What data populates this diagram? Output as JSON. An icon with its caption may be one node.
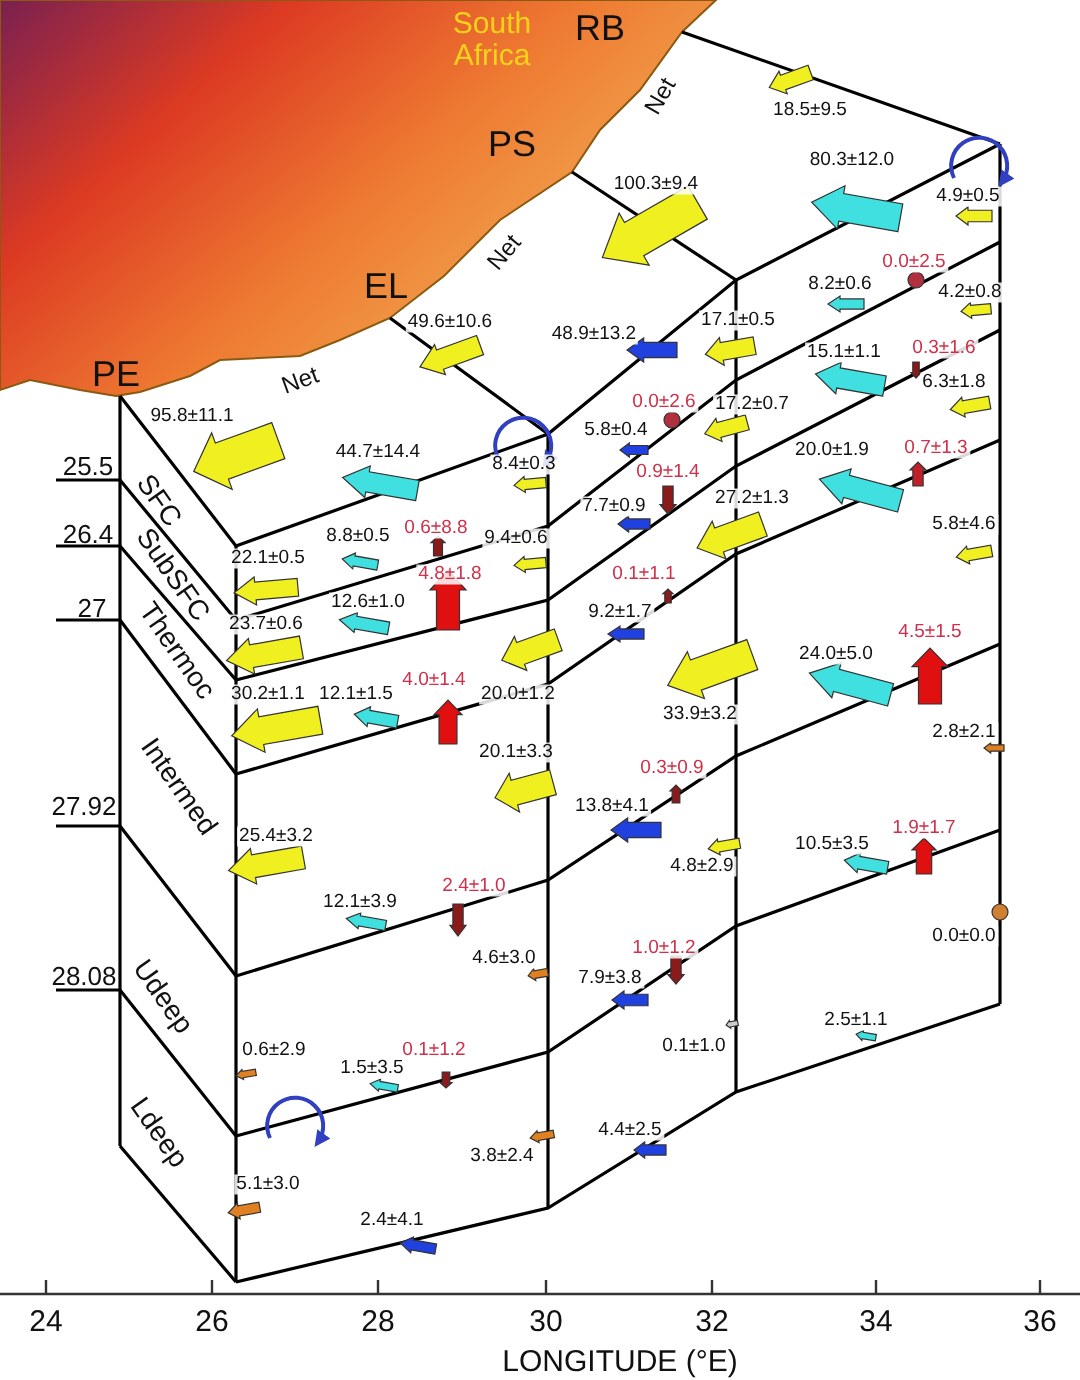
{
  "diagram": {
    "labels": [
      "South Africa",
      "RB",
      "Net",
      "18.5±9.5",
      "PS",
      "100.3±9.4",
      "80.3±12.0",
      "4.9±0.5",
      "Net",
      "EL",
      "0.0±2.5",
      "8.2±0.6",
      "4.2±0.8",
      "49.6±10.6",
      "48.9±13.2",
      "17.1±0.5",
      "15.1±1.1",
      "0.3±1.6",
      "PE",
      "Net",
      "6.3±1.8",
      "95.8±11.1",
      "0.0±2.6",
      "17.2±0.7",
      "5.8±0.4",
      "44.7±14.4",
      "20.0±1.9",
      "0.7±1.3",
      "25.5",
      "8.4±0.3",
      "SFC",
      "0.9±1.4",
      "7.7±0.9",
      "27.2±1.3",
      "8.8±0.5",
      "0.6±8.8",
      "9.4±0.6",
      "5.8±4.6",
      "26.4",
      "22.1±0.5",
      "4.8±1.8",
      "0.1±1.1",
      "SubSFC",
      "9.2±1.7",
      "12.6±1.0",
      "23.7±0.6",
      "27",
      "4.5±1.5",
      "24.0±5.0",
      "Thermoc",
      "30.2±1.1",
      "12.1±1.5",
      "4.0±1.4",
      "20.0±1.2",
      "33.9±3.2",
      "2.8±2.1",
      "20.1±3.3",
      "0.3±0.9",
      "Intermed",
      "13.8±4.1",
      "27.92",
      "1.9±1.7",
      "25.4±3.2",
      "10.5±3.5",
      "4.8±2.9",
      "2.4±1.0",
      "12.1±3.9",
      "0.0±0.0",
      "1.0±1.2",
      "4.6±3.0",
      "7.9±3.8",
      "28.08",
      "Udeep",
      "2.5±1.1",
      "0.6±2.9",
      "0.1±1.2",
      "0.1±1.0",
      "1.5±3.5",
      "Ldeep",
      "4.4±2.5",
      "3.8±2.4",
      "5.1±3.0",
      "2.4±4.1",
      "24",
      "26",
      "28",
      "30",
      "32",
      "34",
      "36",
      "LONGITUDE (°E)"
    ]
  }
}
